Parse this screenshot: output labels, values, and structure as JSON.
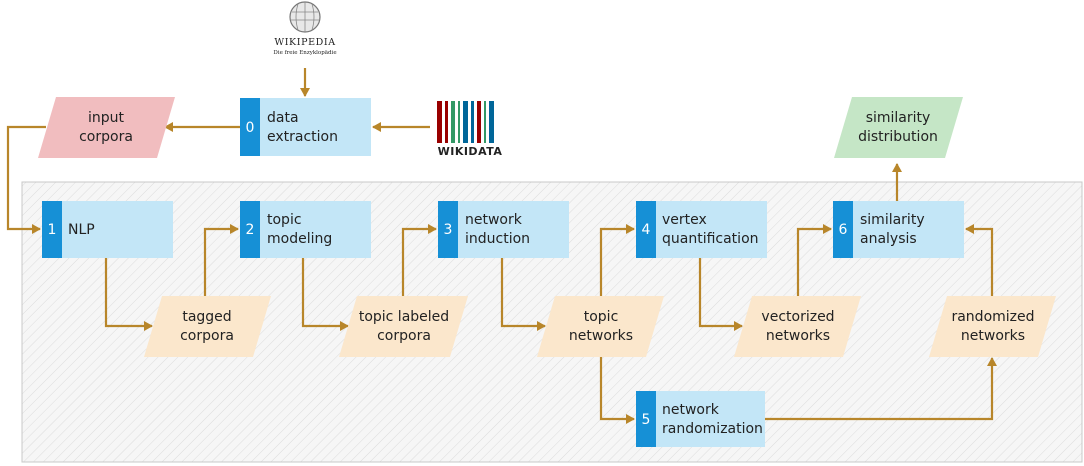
{
  "logos": {
    "wikipedia": {
      "title": "WIKIPEDIA",
      "subtitle": "Die freie Enzyklopädie"
    },
    "wikidata": {
      "title": "WIKIDATA",
      "bar_colors": [
        "#990000",
        "#990000",
        "#339966",
        "#339966",
        "#006699",
        "#006699",
        "#990000",
        "#339966",
        "#006699"
      ]
    }
  },
  "steps": {
    "s0": {
      "num": "0",
      "line1": "data",
      "line2": "extraction"
    },
    "s1": {
      "num": "1",
      "line1": "NLP",
      "line2": ""
    },
    "s2": {
      "num": "2",
      "line1": "topic",
      "line2": "modeling"
    },
    "s3": {
      "num": "3",
      "line1": "network",
      "line2": "induction"
    },
    "s4": {
      "num": "4",
      "line1": "vertex",
      "line2": "quantification"
    },
    "s5": {
      "num": "5",
      "line1": "network",
      "line2": "randomization"
    },
    "s6": {
      "num": "6",
      "line1": "similarity",
      "line2": "analysis"
    }
  },
  "data_nodes": {
    "input_corpora": {
      "line1": "input",
      "line2": "corpora"
    },
    "similarity_distribution": {
      "line1": "similarity",
      "line2": "distribution"
    },
    "tagged_corpora": {
      "line1": "tagged",
      "line2": "corpora"
    },
    "topic_labeled_corpora": {
      "line1": "topic labeled",
      "line2": "corpora"
    },
    "topic_networks": {
      "line1": "topic",
      "line2": "networks"
    },
    "vectorized_networks": {
      "line1": "vectorized",
      "line2": "networks"
    },
    "randomized_networks": {
      "line1": "randomized",
      "line2": "networks"
    }
  },
  "colors": {
    "process_fill": "#c3e6f7",
    "process_tab": "#1690d6",
    "intermediate_fill": "#fbe7cc",
    "input_fill": "#f1bdbf",
    "output_fill": "#c5e6c6",
    "arrow": "#b8862a",
    "pipeline_border": "#c8c8c8"
  }
}
